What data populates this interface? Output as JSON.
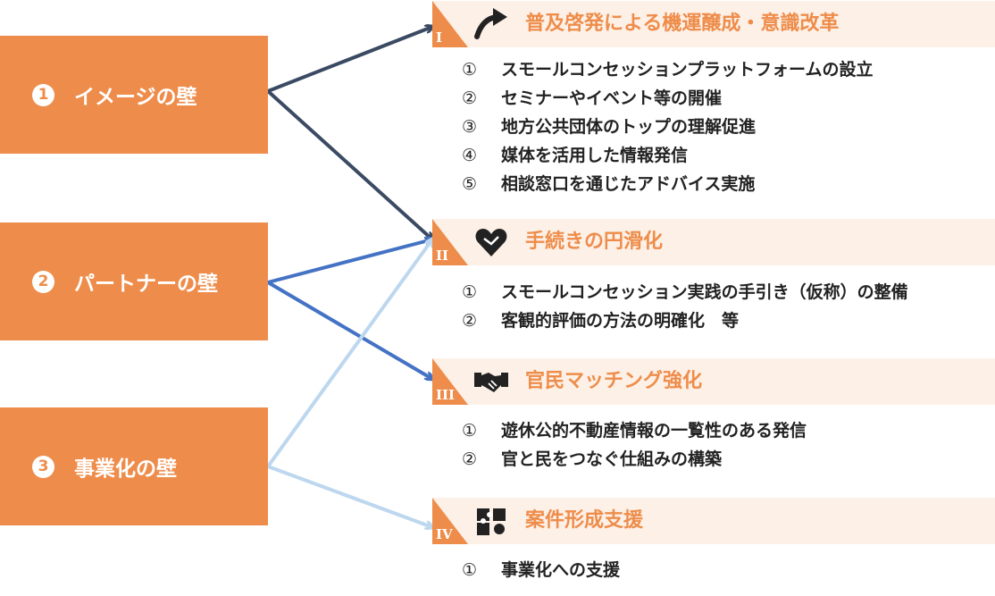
{
  "walls": [
    {
      "num": "1",
      "label": "イメージの壁"
    },
    {
      "num": "2",
      "label": "パートナーの壁"
    },
    {
      "num": "3",
      "label": "事業化の壁"
    }
  ],
  "sections": [
    {
      "roman": "I",
      "icon": "curved-arrow-up-icon",
      "title": "普及啓発による機運醸成・意識改革",
      "items": [
        {
          "mark": "①",
          "text": "スモールコンセッションプラットフォームの設立"
        },
        {
          "mark": "②",
          "text": "セミナーやイベント等の開催"
        },
        {
          "mark": "③",
          "text": "地方公共団体のトップの理解促進"
        },
        {
          "mark": "④",
          "text": "媒体を活用した情報発信"
        },
        {
          "mark": "⑤",
          "text": "相談窓口を通じたアドバイス実施"
        }
      ]
    },
    {
      "roman": "II",
      "icon": "heart-hands-icon",
      "title": "手続きの円滑化",
      "items": [
        {
          "mark": "①",
          "text": "スモールコンセッション実践の手引き（仮称）の整備"
        },
        {
          "mark": "②",
          "text": "客観的評価の方法の明確化　等"
        }
      ]
    },
    {
      "roman": "III",
      "icon": "handshake-icon",
      "title": "官民マッチング強化",
      "items": [
        {
          "mark": "①",
          "text": "遊休公的不動産情報の一覧性のある発信"
        },
        {
          "mark": "②",
          "text": "官と民をつなぐ仕組みの構築"
        }
      ]
    },
    {
      "roman": "IV",
      "icon": "puzzle-icon",
      "title": "案件形成支援",
      "items": [
        {
          "mark": "①",
          "text": "事業化への支援"
        }
      ]
    }
  ],
  "colors": {
    "wall_box": "#EE8D4B",
    "section_title": "#EE8D4B",
    "section_band": "#FDF0E6",
    "arrow_wall_1": "#3B4A63",
    "arrow_wall_2": "#4472C4",
    "arrow_wall_3": "#BDD7EE"
  }
}
